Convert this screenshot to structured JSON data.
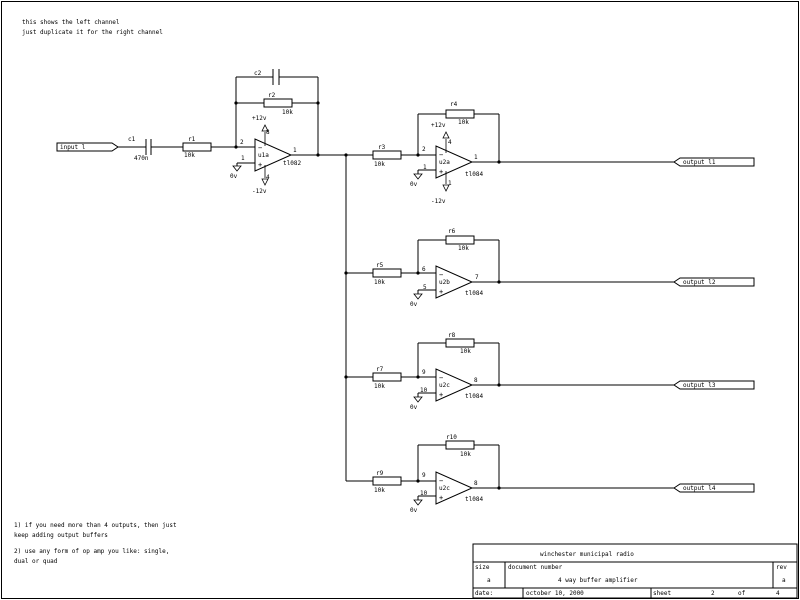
{
  "notes_top": [
    "this shows the left channel",
    "just duplicate it for the right channel"
  ],
  "notes_bottom": [
    "1)   if you need more than 4 outputs, then just",
    "     keep adding output buffers",
    "2)   use any form of op amp you like: single,",
    "     dual or quad"
  ],
  "input_port": "input l",
  "output_ports": [
    "output l1",
    "output l2",
    "output l3",
    "output l4"
  ],
  "components": {
    "c1": {
      "ref": "c1",
      "value": "470n"
    },
    "c2": {
      "ref": "c2"
    },
    "r1": {
      "ref": "r1",
      "value": "10k"
    },
    "r2": {
      "ref": "r2",
      "value": "10k"
    },
    "r3": {
      "ref": "r3",
      "value": "10k"
    },
    "r4": {
      "ref": "r4",
      "value": "10k"
    },
    "r5": {
      "ref": "r5",
      "value": "10k"
    },
    "r6": {
      "ref": "r6",
      "value": "10k"
    },
    "r7": {
      "ref": "r7",
      "value": "10k"
    },
    "r8": {
      "ref": "r8",
      "value": "10k"
    },
    "r9": {
      "ref": "r9",
      "value": "10k"
    },
    "r10": {
      "ref": "r10",
      "value": "10k"
    }
  },
  "opamps": {
    "u1a": {
      "ref": "u1a",
      "part": "tl082",
      "pin_minus": "2",
      "pin_plus": "1",
      "pin_out": "1",
      "pin_vp": "8",
      "pin_vn": "4",
      "vp": "+12v",
      "vn": "-12v"
    },
    "u2a": {
      "ref": "u2a",
      "part": "tl084",
      "pin_minus": "2",
      "pin_plus": "1",
      "pin_out": "1",
      "pin_vp": "4",
      "pin_vn": "1",
      "vp": "+12v",
      "vn": "-12v"
    },
    "u2b": {
      "ref": "u2b",
      "part": "tl084",
      "pin_minus": "6",
      "pin_plus": "5",
      "pin_out": "7"
    },
    "u2c1": {
      "ref": "u2c",
      "part": "tl084",
      "pin_minus": "9",
      "pin_plus": "10",
      "pin_out": "8"
    },
    "u2c2": {
      "ref": "u2c",
      "part": "tl084",
      "pin_minus": "9",
      "pin_plus": "10",
      "pin_out": "8"
    }
  },
  "ground_label": "0v",
  "title_block": {
    "company": "winchester municipal radio",
    "size_label": "size",
    "size_value": "a",
    "docnum_label": "document number",
    "title": "4 way buffer amplifier",
    "rev_label": "rev",
    "rev_value": "a",
    "date_label": "date:",
    "date_value": "october 10, 2000",
    "sheet_label": "sheet",
    "sheet_value": "2",
    "of_label": "of",
    "of_value": "4"
  }
}
